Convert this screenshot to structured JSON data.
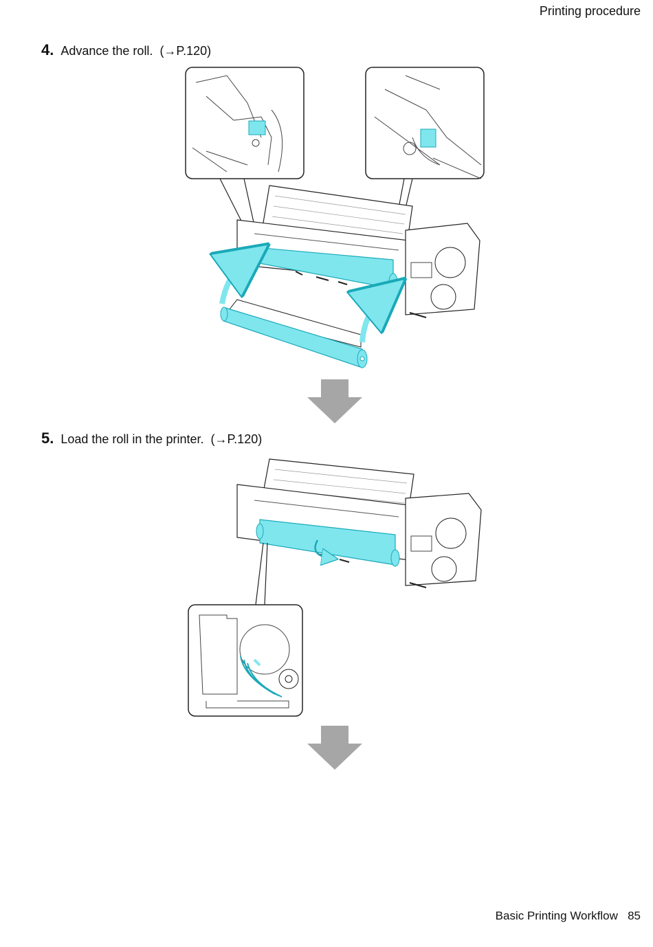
{
  "header": {
    "section": "Printing procedure"
  },
  "steps": [
    {
      "number": "4.",
      "text": "Advance the roll.",
      "ref": "(→P.120)"
    },
    {
      "number": "5.",
      "text": "Load the roll in the printer.",
      "ref": "(→P.120)"
    }
  ],
  "footer": {
    "chapter": "Basic Printing Workflow",
    "page": "85"
  },
  "colors": {
    "accent": "#7fe6ee",
    "accent_stroke": "#1aa9b8",
    "arrow": "#a6a6a6",
    "line": "#222222"
  }
}
